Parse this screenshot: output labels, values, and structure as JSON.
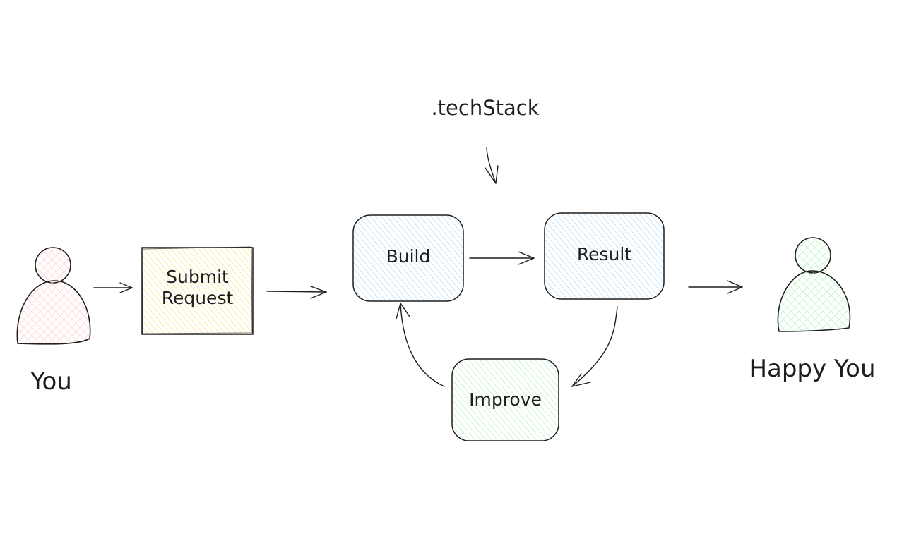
{
  "title": ".techStack",
  "actors": {
    "you": {
      "label": "You",
      "color": "#ffc9c9"
    },
    "happy_you": {
      "label": "Happy You",
      "color": "#b2f2bb"
    }
  },
  "steps": {
    "submit": {
      "label": "Submit\nRequest",
      "color": "#ffec99"
    },
    "build": {
      "label": "Build",
      "color": "#a5d8ff"
    },
    "result": {
      "label": "Result",
      "color": "#a5d8ff"
    },
    "improve": {
      "label": "Improve",
      "color": "#b2f2bb"
    }
  },
  "stroke_color": "#1e1e1e"
}
